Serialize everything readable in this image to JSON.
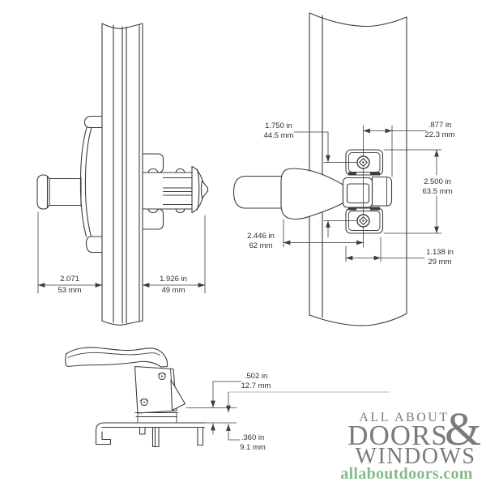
{
  "diagram_colors": {
    "line_color": "#3c3c3c",
    "background": "#ffffff"
  },
  "dimensions": {
    "knob_projection": {
      "in": "2.071",
      "mm": "53 mm"
    },
    "stud_projection": {
      "in": "1.926 in",
      "mm": "49 mm"
    },
    "screw_spacing": {
      "in": "1.750 in",
      "mm": "44.5 mm"
    },
    "keeper_offset": {
      "in": ".877 in",
      "mm": "22.3 mm"
    },
    "latch_height": {
      "in": "2.500 in",
      "mm": "63.5 mm"
    },
    "handle_depth": {
      "in": "2.446 in",
      "mm": "62 mm"
    },
    "plate_width": {
      "in": "1.138 in",
      "mm": "29 mm"
    },
    "latch_rise": {
      "in": ".502 in",
      "mm": "12.7 mm"
    },
    "base_rise": {
      "in": ".360 in",
      "mm": "9.1 mm"
    }
  },
  "logo": {
    "line1": "ALL ABOUT",
    "line2": "DOORS",
    "ampersand": "&",
    "line3": "WINDOWS",
    "website": "allaboutdoors.com",
    "text_color": "#7b7b7b",
    "website_color": "#86bb8b"
  }
}
